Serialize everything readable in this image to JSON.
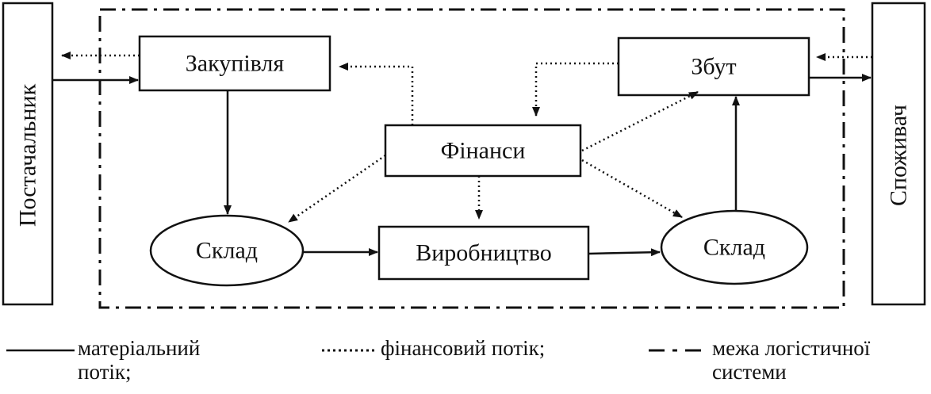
{
  "nodes": {
    "supplier": "Постачальник",
    "consumer": "Споживач",
    "purchasing": "Закупівля",
    "sales": "Збут",
    "finance": "Фінанси",
    "warehouse_left": "Склад",
    "production": "Виробництво",
    "warehouse_right": "Склад"
  },
  "legend": {
    "material_line1": "матеріальний",
    "material_line2": "потік;",
    "financial": "фінансовий потік;",
    "boundary_line1": "межа логістичної",
    "boundary_line2": "системи"
  }
}
